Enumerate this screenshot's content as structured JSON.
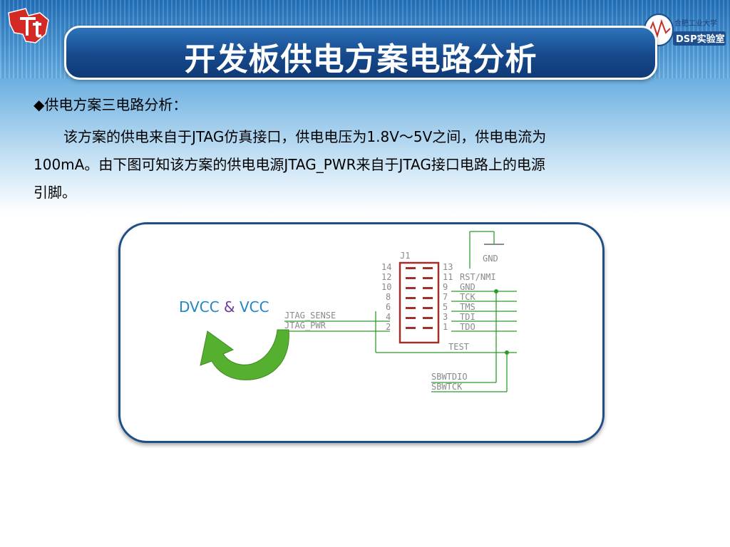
{
  "header": {
    "title": "开发板供电方案电路分析",
    "logo_right_top": "合肥工业大学",
    "logo_right_bottom": "DSP实验室"
  },
  "content": {
    "bullet_symbol": "◆",
    "bullet_text": "供电方案三电路分析：",
    "paragraph_line1": "该方案的供电来自于JTAG仿真接口，供电电压为1.8V～5V之间，供电电流为",
    "paragraph_line2": "100mA。由下图可知该方案的供电电源JTAG_PWR来自于JTAG接口电路上的电源",
    "paragraph_line3": "引脚。"
  },
  "diagram": {
    "connector_name": "J1",
    "left_pins": [
      "14",
      "12",
      "10",
      "8",
      "6",
      "4",
      "2"
    ],
    "right_pins": [
      "13",
      "11",
      "9",
      "7",
      "5",
      "3",
      "1"
    ],
    "right_signals": [
      "RST/NMI",
      "GND",
      "TCK",
      "TMS",
      "TDI",
      "TDO"
    ],
    "left_signals": [
      "JTAG_SENSE",
      "JTAG_PWR"
    ],
    "gnd_label": "GND",
    "test_label": "TEST",
    "sbw_labels": [
      "SBWTDIO",
      "SBWTCK"
    ],
    "callout": {
      "part1": "DVCC",
      "amp": "&",
      "part2": "VCC"
    },
    "colors": {
      "pin_red": "#a0302a",
      "wire_green": "#2e9a2e",
      "label_gray": "#8a8a8a",
      "arrow_green": "#56b02f"
    }
  }
}
